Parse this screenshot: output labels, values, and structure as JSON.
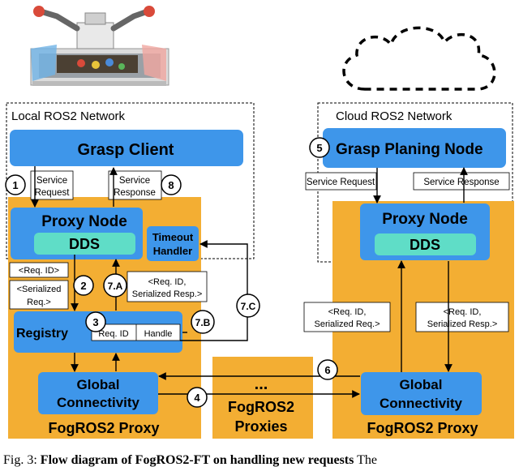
{
  "colors": {
    "proxy_orange": "#F3AE33",
    "node_blue": "#3E96EA",
    "dds_teal": "#5FDDC7",
    "label_box": "#ffffff",
    "line": "#000000"
  },
  "icons": [
    "robot-arm-icon",
    "cloud-icon"
  ],
  "local_network": {
    "title": "Local ROS2 Network"
  },
  "cloud_network": {
    "title": "Cloud ROS2 Network"
  },
  "grasp_client": {
    "label": "Grasp Client"
  },
  "grasp_planning_node": {
    "label": "Grasp Planing Node"
  },
  "local_proxy": {
    "proxy_node": "Proxy Node",
    "dds": "DDS",
    "timeout_handler": [
      "Timeout",
      "Handler"
    ],
    "registry": "Registry",
    "registry_cells": [
      "Req. ID",
      "Handle"
    ],
    "global_connectivity": [
      "Global",
      "Connectivity"
    ],
    "footer": "FogROS2 Proxy"
  },
  "cloud_proxy": {
    "proxy_node": "Proxy Node",
    "dds": "DDS",
    "global_connectivity": [
      "Global",
      "Connectivity"
    ],
    "footer": "FogROS2 Proxy"
  },
  "middle_proxies": {
    "ellipsis": "...",
    "label": [
      "FogROS2",
      "Proxies"
    ]
  },
  "messages": {
    "service_request_local": [
      "Service",
      "Request"
    ],
    "service_response_local": [
      "Service",
      "Response"
    ],
    "req_id": "<Req. ID>",
    "serialized_req": [
      "<Serialized",
      "Req.>"
    ],
    "req_id_serialized_resp_local": [
      "<Req. ID,",
      "Serialized Resp.>"
    ],
    "service_request_cloud": "Service Request",
    "service_response_cloud": "Service Response",
    "req_id_serialized_req_cloud": [
      "<Req. ID,",
      "Serialized Req.>"
    ],
    "req_id_serialized_resp_cloud": [
      "<Req. ID,",
      "Serialized Resp.>"
    ]
  },
  "steps": [
    "1",
    "2",
    "3",
    "4",
    "5",
    "6",
    "7.A",
    "7.B",
    "7.C",
    "8"
  ],
  "caption": {
    "prefix": "Fig. 3: ",
    "bold": "Flow diagram of FogROS2-FT on handling new requests",
    "rest": " The"
  }
}
